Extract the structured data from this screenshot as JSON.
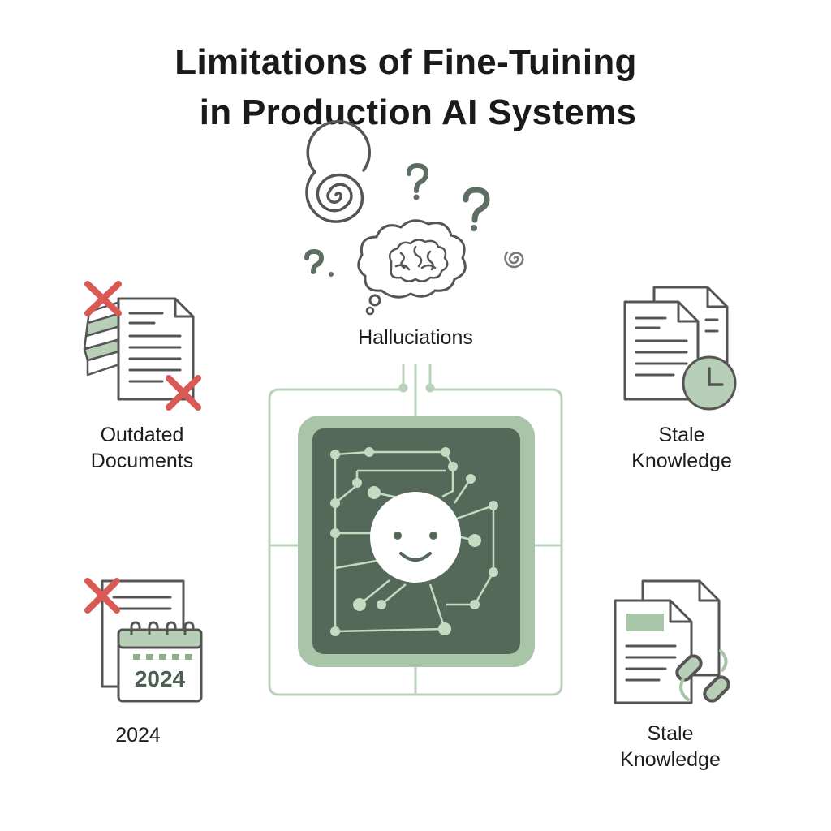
{
  "title": {
    "line1": "Limitations of Fine-Tuining",
    "line2": "in Production AI Systems"
  },
  "labels": {
    "hallucinations": "Halluciations",
    "outdated_line1": "Outdated",
    "outdated_line2": "Documents",
    "stale_top_line1": "Stale",
    "stale_top_line2": "Knowledge",
    "year": "2024",
    "stale_bottom_line1": "Stale",
    "stale_bottom_line2": "Knowledge"
  },
  "calendar": {
    "year": "2024"
  },
  "icons": [
    "spiral-icon",
    "question-mark-icon",
    "thought-cloud-icon",
    "brain-icon",
    "document-stack-icon",
    "cross-mark-icon",
    "clock-icon",
    "calendar-icon",
    "broken-link-icon",
    "neural-chip-icon",
    "smiley-face-icon"
  ],
  "colors": {
    "green_dark": "#5b7061",
    "green_light": "#a9c5a8",
    "green_pale": "#cfe0cd",
    "red": "#d95a55",
    "line": "#6b6b6b"
  }
}
